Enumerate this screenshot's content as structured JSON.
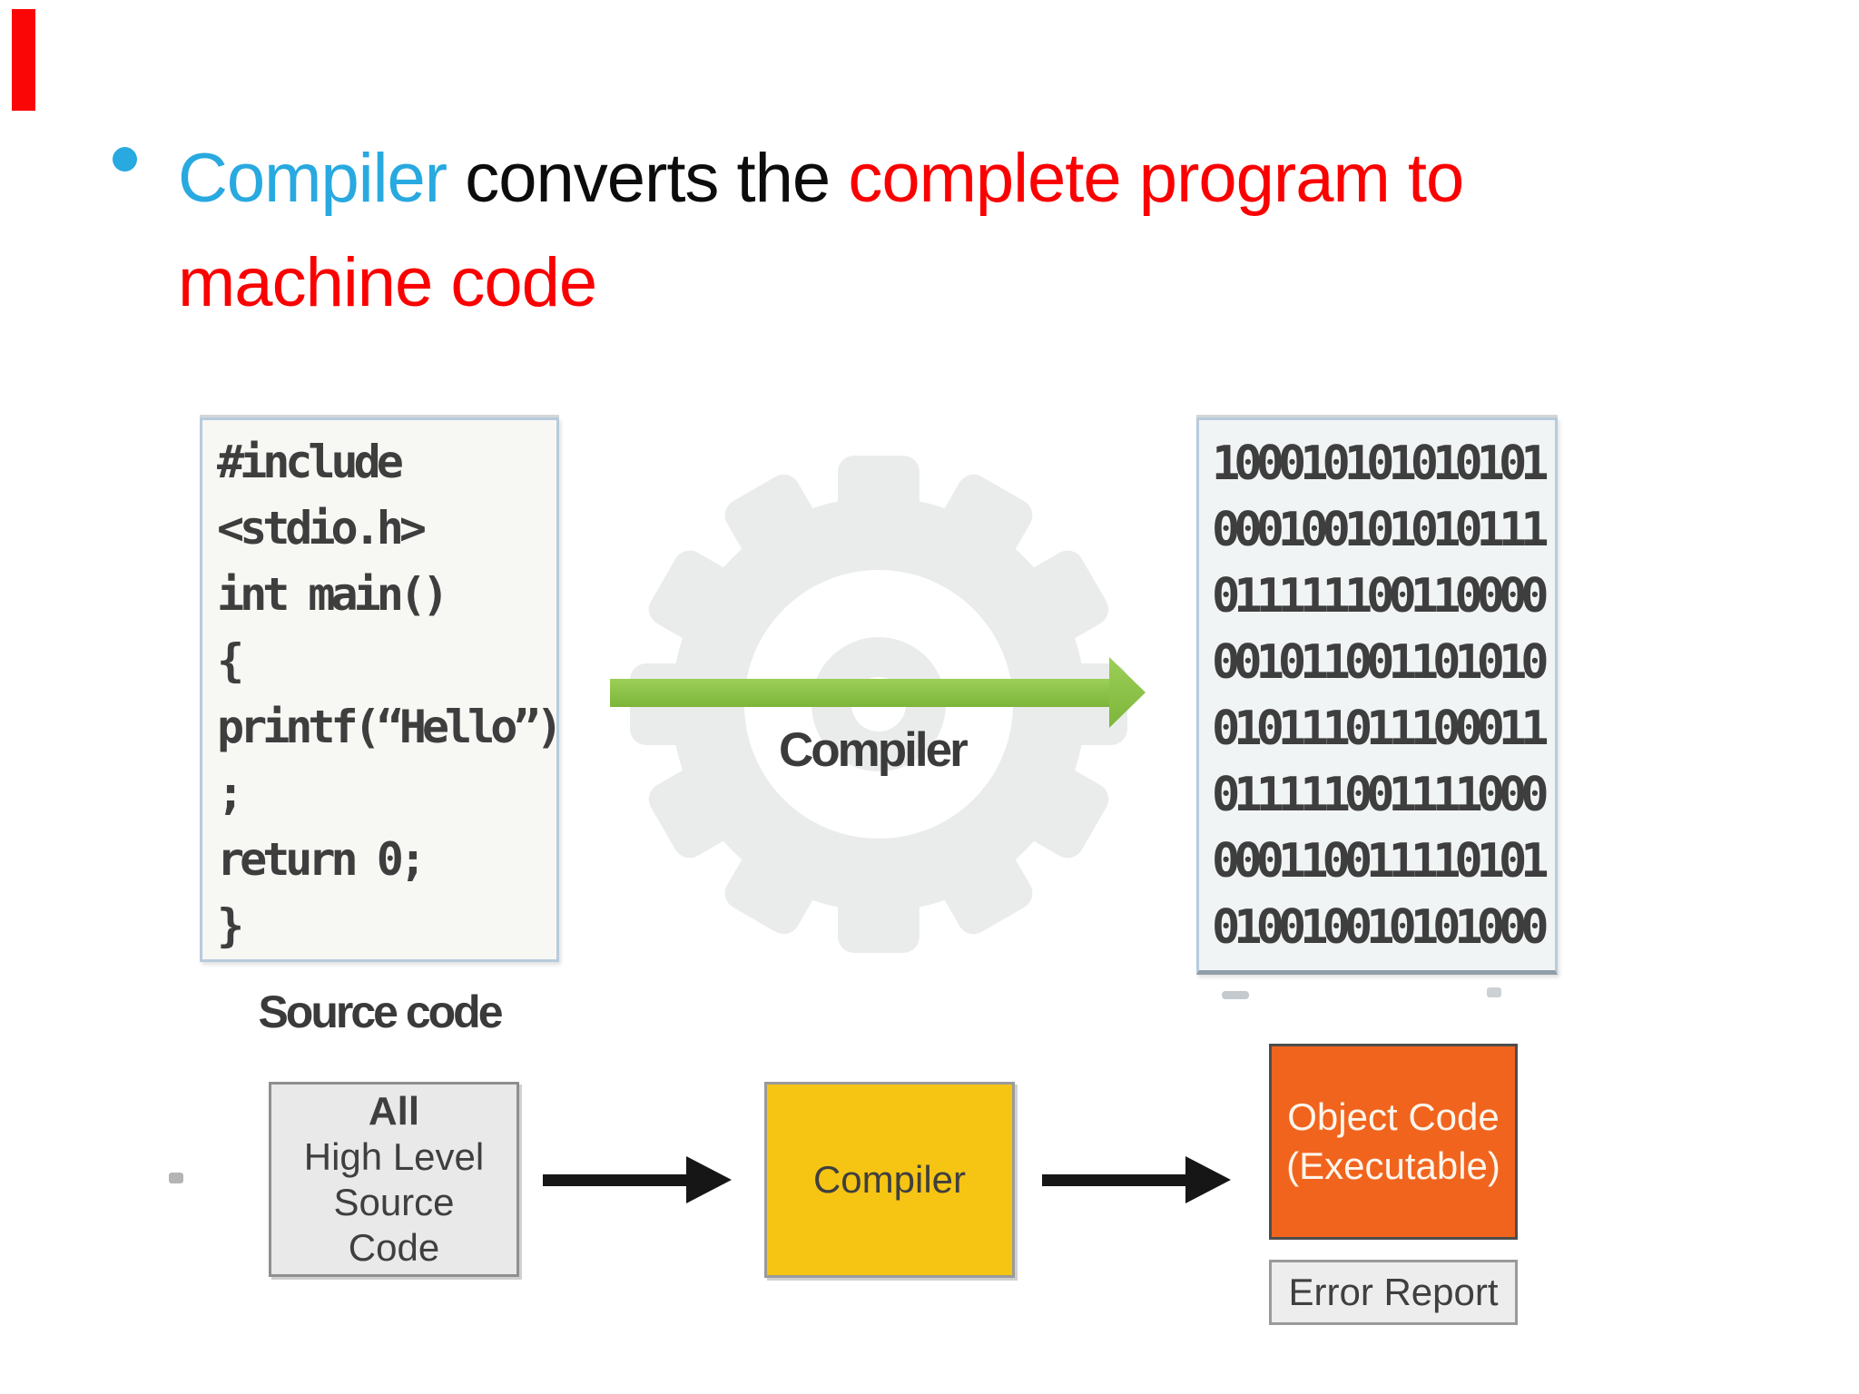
{
  "heading": {
    "part_compiler": "Compiler ",
    "part_converts": "converts the ",
    "part_complete": "complete program to",
    "line2": "machine code"
  },
  "diagram_top": {
    "source_box": {
      "code_lines": [
        "#include",
        "<stdio.h>",
        "int main()",
        "{",
        "printf(“Hello”)",
        ";",
        "return 0;",
        "}"
      ]
    },
    "source_label": "Source code",
    "gear_label": "Compiler",
    "binary_box": {
      "rows": [
        "100010101010101",
        "000100101010111",
        "011111100110000",
        "001011001101010",
        "010111011100011",
        "011111001111000",
        "000110011110101",
        "010010010101000"
      ]
    }
  },
  "diagram_bottom": {
    "input_box": {
      "title": "All",
      "lines": [
        "High Level",
        "Source",
        "Code"
      ]
    },
    "compiler_label": "Compiler",
    "output_box_lines": [
      "Object Code",
      "(Executable)"
    ],
    "error_label": "Error Report"
  },
  "colors": {
    "accent_blue": "#28a9e0",
    "accent_red": "#fa0000",
    "arrow_green": "#8cc63f",
    "box_yellow": "#f6c513",
    "box_orange": "#f1641e",
    "gear_gray": "#eaeceb"
  }
}
